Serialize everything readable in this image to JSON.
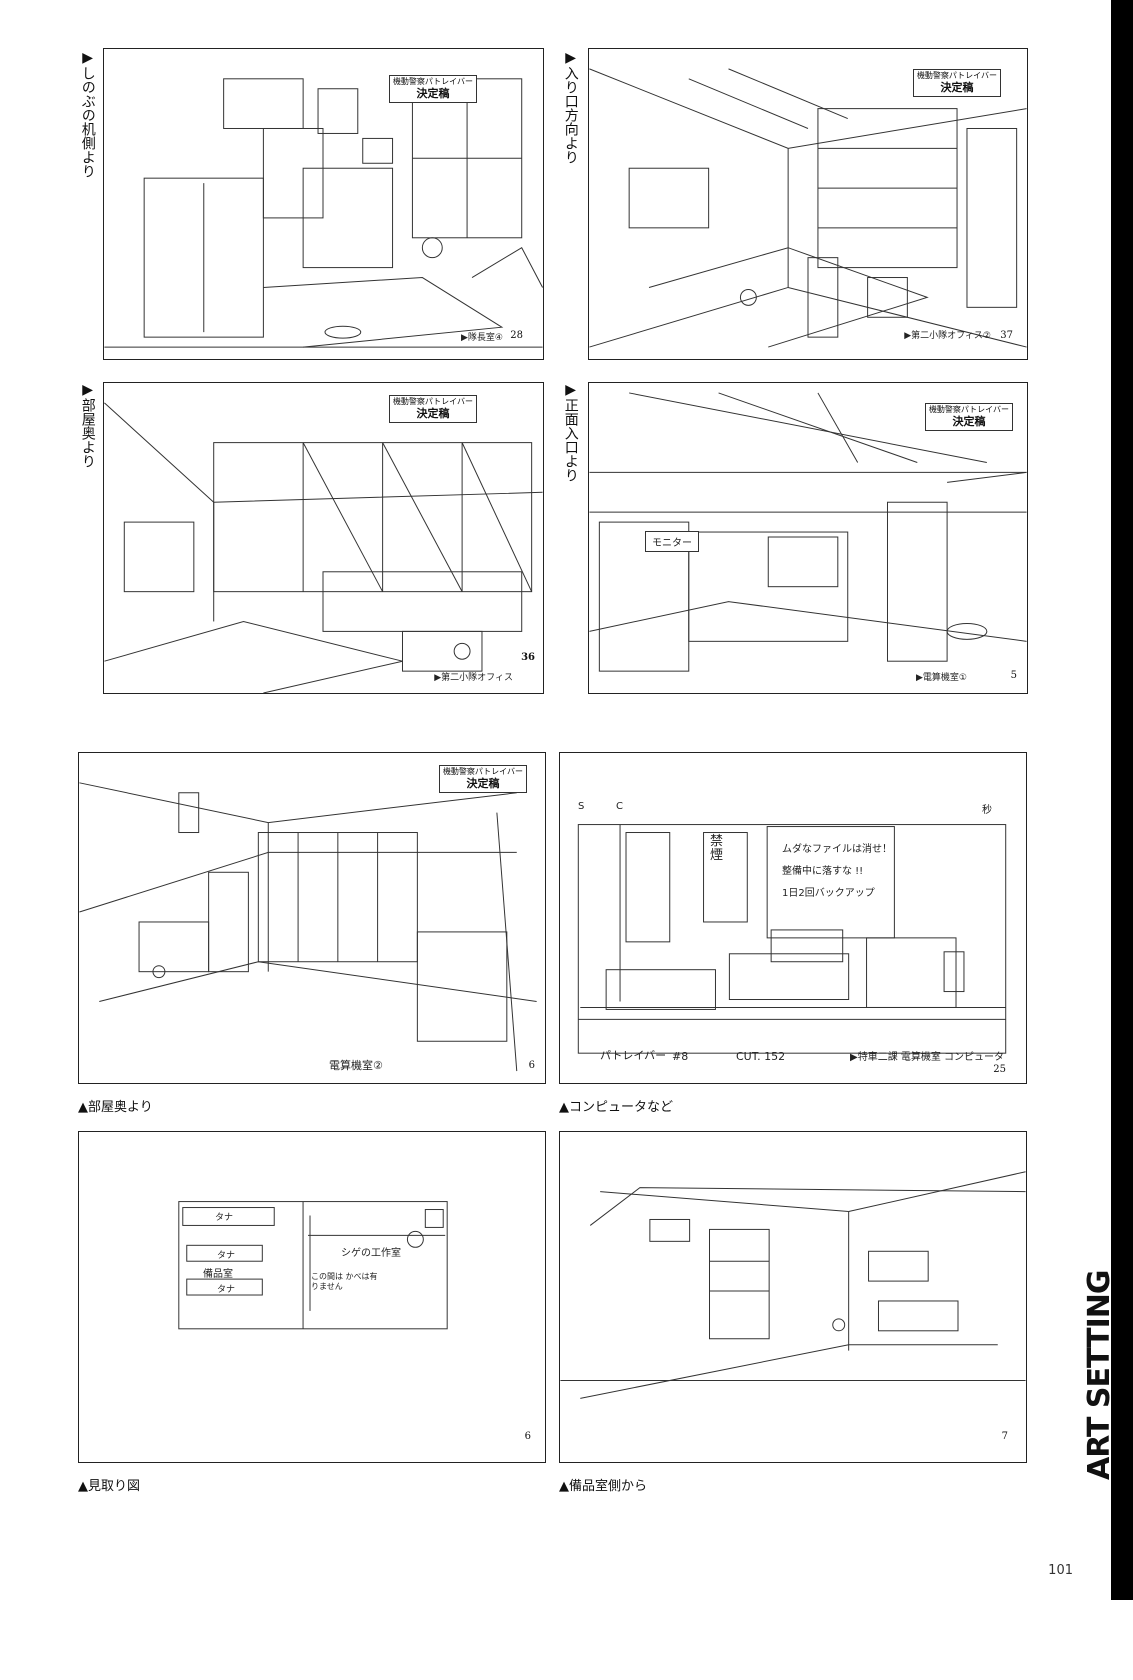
{
  "page": {
    "number": "101",
    "section_title": "ART SETTING"
  },
  "panels": [
    {
      "caption": "▶しのぶの机側より",
      "stamp_top": "機動警察パトレイバー",
      "stamp_label": "決定稿",
      "cut_label": "▶隊長室④",
      "cut_number": "28"
    },
    {
      "caption": "▶入り口方向より",
      "stamp_top": "機動警察パトレイバー",
      "stamp_label": "決定稿",
      "cut_label": "▶第二小隊オフィス②",
      "cut_number": "37"
    },
    {
      "caption": "▶部屋奥より",
      "stamp_top": "機動警察パトレイバー",
      "stamp_label": "決定稿",
      "cut_label": "▶第二小隊オフィス",
      "cut_number": "36"
    },
    {
      "caption": "▶正面入口より",
      "stamp_top": "機動警察パトレイバー",
      "stamp_label": "決定稿",
      "cut_label": "▶電算機室①",
      "cut_number": "5",
      "note": "モニター"
    },
    {
      "caption": "▲部屋奥より",
      "stamp_top": "機動警察パトレイバー",
      "stamp_label": "決定稿",
      "cut_label": "電算機室②",
      "cut_number": "6"
    },
    {
      "caption": "▲コンピュータなど",
      "header_s": "S",
      "header_c": "C",
      "header_sec": "秒",
      "poster_nosmoke_1": "禁",
      "poster_nosmoke_2": "煙",
      "poster_line1": "ムダなファイルは消せ！",
      "poster_line2": "整備中に落すな !!",
      "poster_line3": "1日2回バックアップ",
      "footer_title": "パトレイバー",
      "footer_ep": "#8",
      "footer_cut": "CUT. 152",
      "cut_label": "▶特車二課 電算機室 コンピュータ",
      "cut_number": "25"
    },
    {
      "caption": "▲見取り図",
      "room_tana_1": "タナ",
      "room_tana_2": "タナ",
      "room_tana_3": "タナ",
      "room_bihin": "備品室",
      "room_workshop": "シゲの工作室",
      "room_note": "この間は かべは有りません",
      "cut_number": "6"
    },
    {
      "caption": "▲備品室側から",
      "cut_number": "7"
    }
  ]
}
